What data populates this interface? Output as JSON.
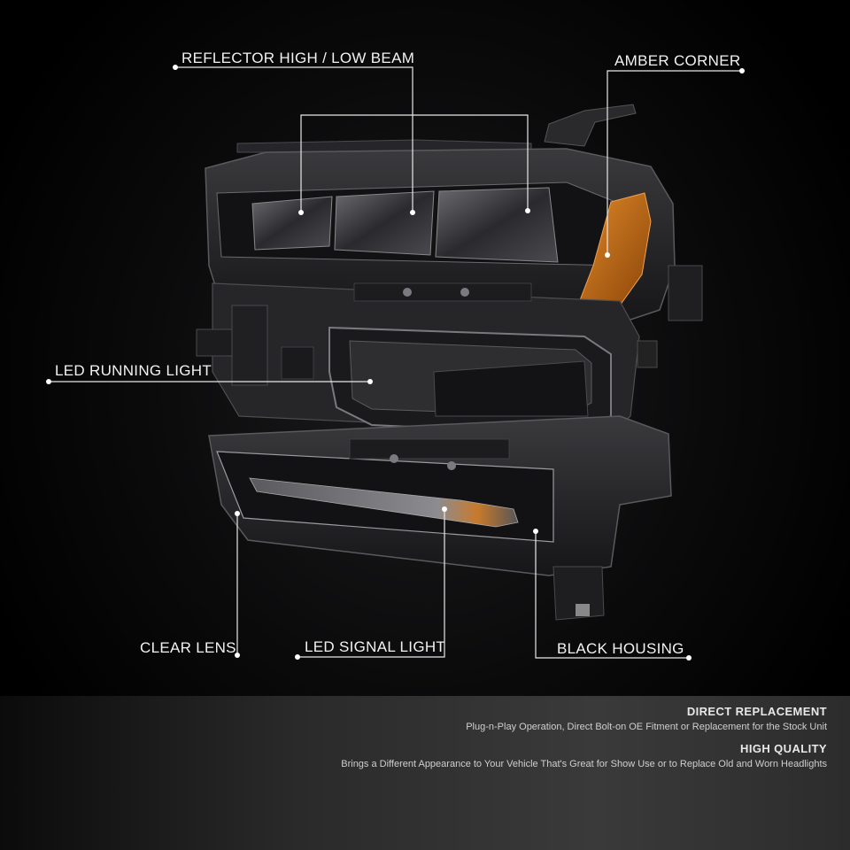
{
  "callouts": {
    "reflector": "REFLECTOR HIGH / LOW BEAM",
    "amber": "AMBER CORNER",
    "led_running": "LED RUNNING LIGHT",
    "clear_lens": "CLEAR LENS",
    "led_signal": "LED SIGNAL LIGHT",
    "black_housing": "BLACK HOUSING"
  },
  "features": [
    {
      "title": "DIRECT REPLACEMENT",
      "description": "Plug-n-Play Operation, Direct Bolt-on OE Fitment or Replacement for the Stock Unit"
    },
    {
      "title": "HIGH QUALITY",
      "description": "Brings a Different Appearance to Your Vehicle That's Great for Show Use or to Replace Old and Worn Headlights"
    }
  ],
  "colors": {
    "background": "#000000",
    "amber": "#c96a14",
    "housing": "#1e1e20",
    "label": "#f2f2f2"
  }
}
